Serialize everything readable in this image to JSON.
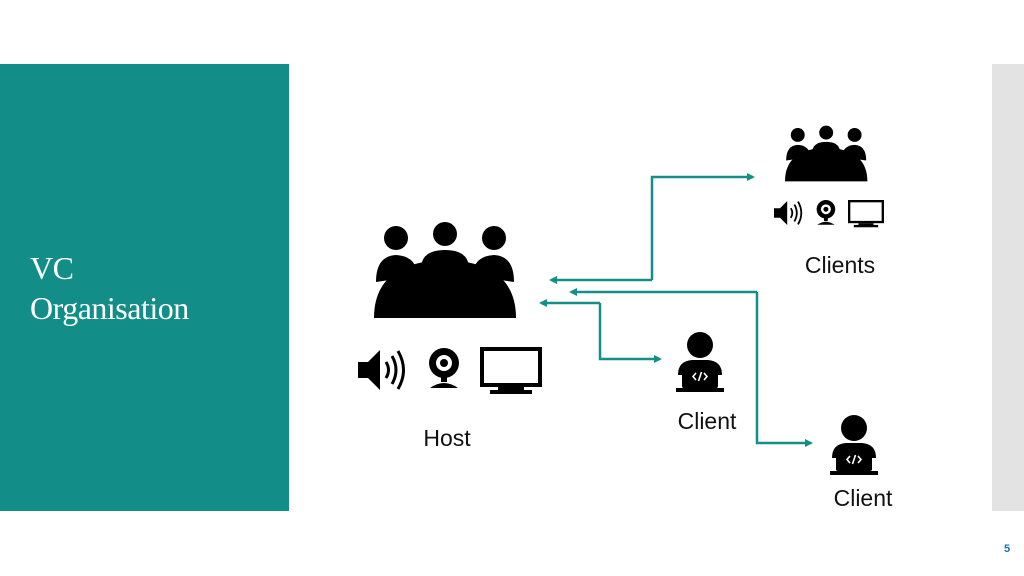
{
  "slide": {
    "title_line1": "VC",
    "title_line2": "Organisation",
    "page_number": "5"
  },
  "colors": {
    "accent": "#138d87",
    "arrow": "#148f88",
    "icon": "#000000",
    "strip": "#e3e3e3"
  },
  "diagram": {
    "host_label": "Host",
    "clients_group_label": "Clients",
    "client1_label": "Client",
    "client2_label": "Client",
    "icons": [
      "meeting-group-icon",
      "speaker-icon",
      "webcam-icon",
      "monitor-icon",
      "laptop-user-icon"
    ]
  }
}
